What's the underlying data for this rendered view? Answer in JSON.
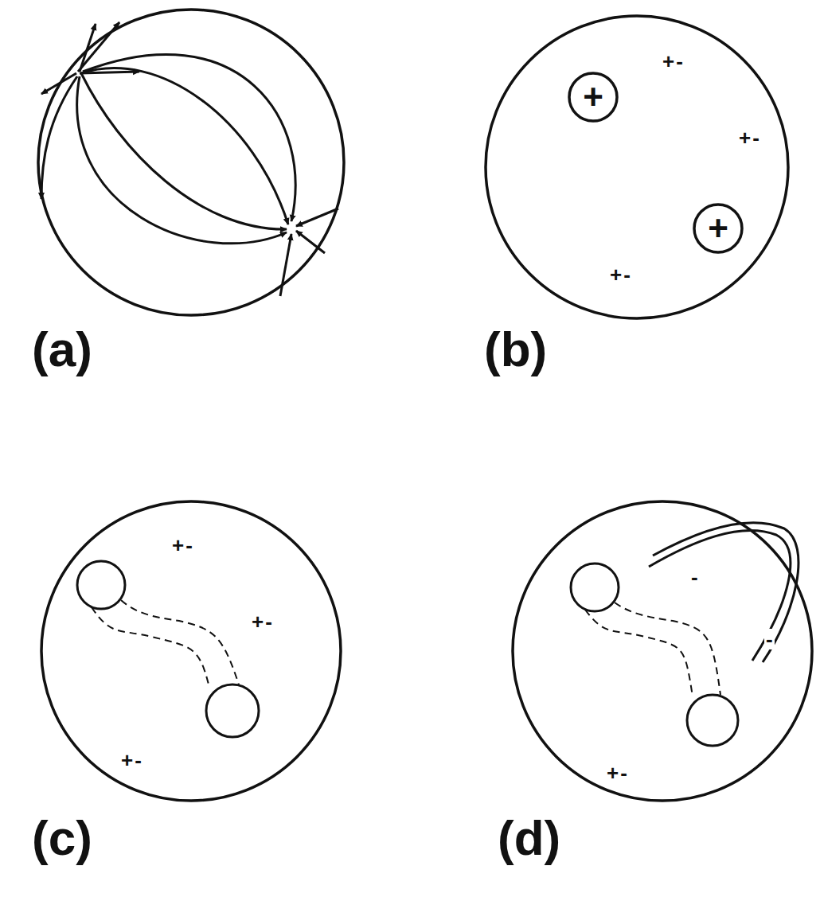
{
  "diagram": {
    "nodes": [
      {
        "text": [
          "+"
        ]
      },
      {
        "text": [
          "+"
        ]
      }
    ],
    "labels": [
      "(a)",
      "(b)",
      "(c)",
      "(d)",
      "+-",
      "+-",
      "+-",
      "+-",
      "+-",
      "+-",
      "+-",
      "-",
      "-"
    ]
  }
}
